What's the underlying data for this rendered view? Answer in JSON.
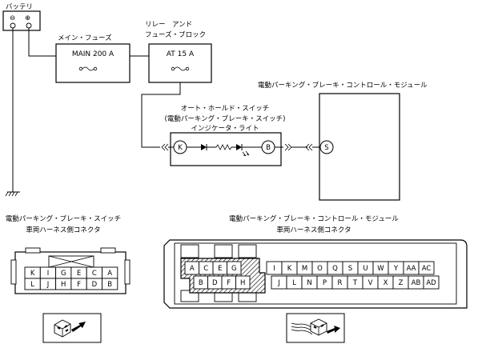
{
  "battery": {
    "label": "バッテリ",
    "neg_symbol": "⊖",
    "pos_symbol": "⊕"
  },
  "fuses": {
    "main_label": "メイン・フューズ",
    "main_rating": "MAIN 200 A",
    "relay_label_line1": "リレー　アンド",
    "relay_label_line2": "フューズ・ブロック",
    "at_rating": "AT 15 A"
  },
  "switch": {
    "label_line1": "オート・ホールド・スイッチ",
    "label_line2": "(電動パーキング・ブレーキ・スイッチ)",
    "indicator_label": "インジケータ・ライト",
    "terminal_k": "K",
    "terminal_b": "B"
  },
  "module": {
    "label": "電動パーキング・ブレーキ・コントロール・モジュール",
    "terminal_s": "S"
  },
  "connector_left": {
    "title_line1": "電動パーキング・ブレーキ・スイッチ",
    "title_line2": "車両ハーネス側コネクタ",
    "row1": [
      "K",
      "I",
      "G",
      "E",
      "C",
      "A"
    ],
    "row2": [
      "L",
      "J",
      "H",
      "F",
      "D",
      "B"
    ]
  },
  "connector_right": {
    "title_line1": "電動パーキング・ブレーキ・コントロール・モジュール",
    "title_line2": "車両ハーネス側コネクタ",
    "row1_left": [
      "A",
      "C",
      "E",
      "G"
    ],
    "row2_left": [
      "B",
      "D",
      "F",
      "H"
    ],
    "row1_right": [
      "I",
      "K",
      "M",
      "O",
      "Q",
      "S",
      "U",
      "W",
      "Y",
      "AA",
      "AC"
    ],
    "row2_right": [
      "J",
      "L",
      "N",
      "P",
      "R",
      "T",
      "V",
      "X",
      "Z",
      "AB",
      "AD"
    ]
  },
  "colors": {
    "line": "#000000",
    "background": "#ffffff"
  }
}
